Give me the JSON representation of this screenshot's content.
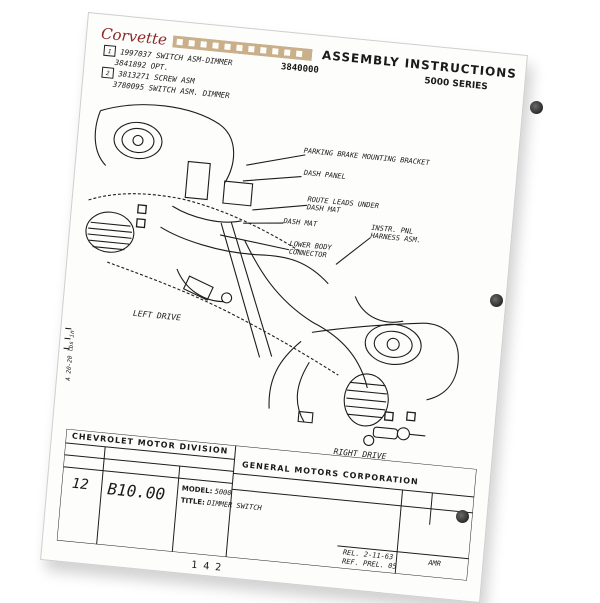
{
  "header": {
    "logo_script": "Corvette",
    "title": "ASSEMBLY INSTRUCTIONS",
    "drawing_number": "3840000",
    "series": "5000 SERIES"
  },
  "parts": [
    {
      "ref": "1",
      "line": "1997037  SWITCH ASM-DIMMER"
    },
    {
      "ref": "",
      "line": "3841892  OPT."
    },
    {
      "ref": "2",
      "line": "3813271  SCREW ASM"
    },
    {
      "ref": "",
      "line": "3780095  SWITCH ASM. DIMMER"
    }
  ],
  "callouts": [
    "PARKING BRAKE MOUNTING BRACKET",
    "DASH PANEL",
    "ROUTE LEADS UNDER DASH MAT",
    "DASH MAT",
    "LOWER BODY CONNECTOR",
    "INSTR. PNL HARNESS ASM."
  ],
  "views": {
    "left": "LEFT DRIVE",
    "right": "RIGHT DRIVE"
  },
  "margin_note": "A 20-20 lbs in",
  "title_block": {
    "division": "CHEVROLET MOTOR DIVISION",
    "corporation": "GENERAL MOTORS CORPORATION",
    "sheet": "12",
    "code": "B10.00",
    "models_label": "MODEL:",
    "models": "5000",
    "title_label": "TITLE:",
    "title": "DIMMER SWITCH",
    "revision": "REL. 2-11-63",
    "reference": "REF. PREL. 05",
    "approval": "AMR"
  },
  "page_number": "1 4 2"
}
